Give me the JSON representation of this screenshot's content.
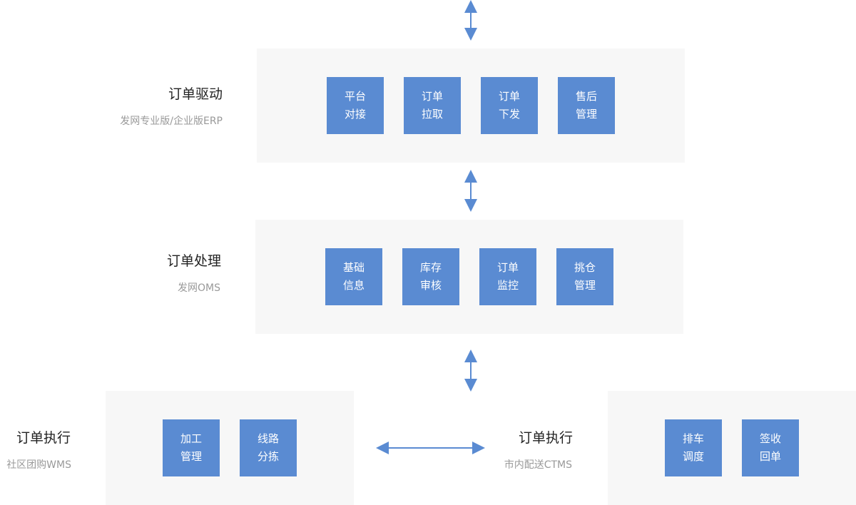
{
  "colors": {
    "accent": "#5a8bd2",
    "panel": "#f7f7f7",
    "title": "#222222",
    "subtitle": "#999999"
  },
  "layers": [
    {
      "title": "订单驱动",
      "subtitle": "发网专业版/企业版ERP",
      "boxes": [
        {
          "line1": "平台",
          "line2": "对接"
        },
        {
          "line1": "订单",
          "line2": "拉取"
        },
        {
          "line1": "订单",
          "line2": "下发"
        },
        {
          "line1": "售后",
          "line2": "管理"
        }
      ]
    },
    {
      "title": "订单处理",
      "subtitle": "发网OMS",
      "boxes": [
        {
          "line1": "基础",
          "line2": "信息"
        },
        {
          "line1": "库存",
          "line2": "审核"
        },
        {
          "line1": "订单",
          "line2": "监控"
        },
        {
          "line1": "挑仓",
          "line2": "管理"
        }
      ]
    },
    {
      "title": "订单执行",
      "subtitle": "社区团购WMS",
      "boxes": [
        {
          "line1": "加工",
          "line2": "管理"
        },
        {
          "line1": "线路",
          "line2": "分拣"
        }
      ]
    },
    {
      "title": "订单执行",
      "subtitle": "市内配送CTMS",
      "boxes": [
        {
          "line1": "排车",
          "line2": "调度"
        },
        {
          "line1": "签收",
          "line2": "回单"
        }
      ]
    }
  ]
}
